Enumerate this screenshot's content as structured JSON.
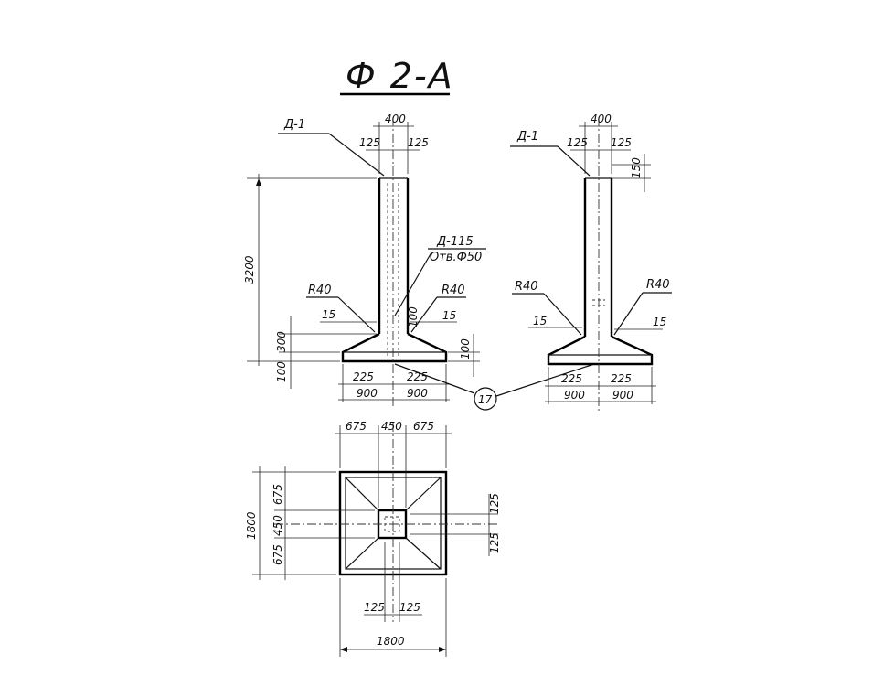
{
  "title": "Ф 2-А",
  "labels": {
    "d1": "Д-1",
    "d115": "Д-115",
    "otv": "Отв.Ф50",
    "r40": "R40",
    "marker": "17"
  },
  "dims": {
    "d400": "400",
    "d125": "125",
    "d150": "150",
    "d3200": "3200",
    "d15": "15",
    "d300": "300",
    "d100": "100",
    "d225": "225",
    "d900": "900",
    "d675": "675",
    "d450": "450",
    "d1800": "1800"
  }
}
